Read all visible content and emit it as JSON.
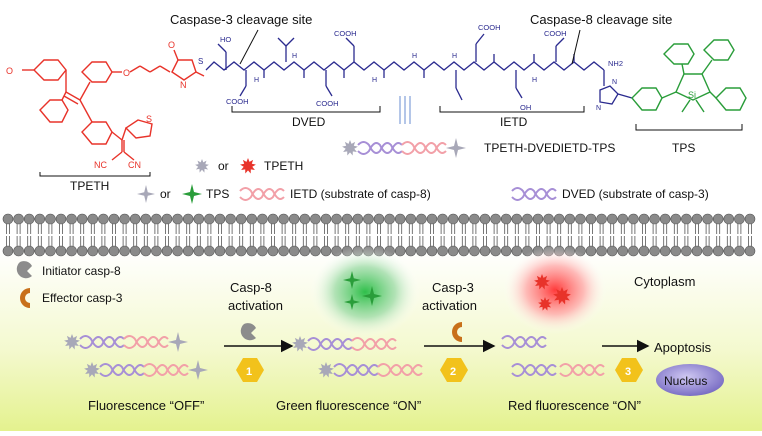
{
  "top": {
    "casp3_site": "Caspase-3 cleavage site",
    "casp8_site": "Caspase-8 cleavage site",
    "tpeth_label": "TPETH",
    "dved_label": "DVED",
    "ietd_label": "IETD",
    "conjugate_label": "TPETH-DVEDIETD-TPS",
    "tps_label": "TPS",
    "atom_labels": {
      "cooh": "COOH",
      "nh2": "NH2",
      "oh": "OH",
      "nc": "NC",
      "cn": "CN",
      "si": "Si"
    }
  },
  "legend": {
    "or": "or",
    "tpeth": "TPETH",
    "tps": "TPS",
    "ietd": "IETD (substrate of casp-8)",
    "dved": "DVED (substrate of casp-3)"
  },
  "bottom": {
    "initiator": "Initiator casp-8",
    "effector": "Effector casp-3",
    "casp8_line1": "Casp-8",
    "casp8_line2": "activation",
    "casp3_line1": "Casp-3",
    "casp3_line2": "activation",
    "cytoplasm": "Cytoplasm",
    "apoptosis": "Apoptosis",
    "nucleus": "Nucleus",
    "step1": "1",
    "step2": "2",
    "step3": "3",
    "fl_off": "Fluorescence “OFF”",
    "fl_green": "Green fluorescence “ON”",
    "fl_red": "Red fluorescence “ON”"
  },
  "colors": {
    "tpeth": "#e8332a",
    "peptide": "#2b2b8f",
    "tps": "#2a9d3a",
    "ietd_strand": "#f2a0a8",
    "dved_strand": "#a78fd6",
    "star_grey": "#a8a8b8",
    "casp8": "#8c8c8c",
    "casp3": "#c8701a",
    "hex": "#f2c21b",
    "cytoplasm_bg": "#e8f49a",
    "nucleus": "#8a7fd0"
  }
}
